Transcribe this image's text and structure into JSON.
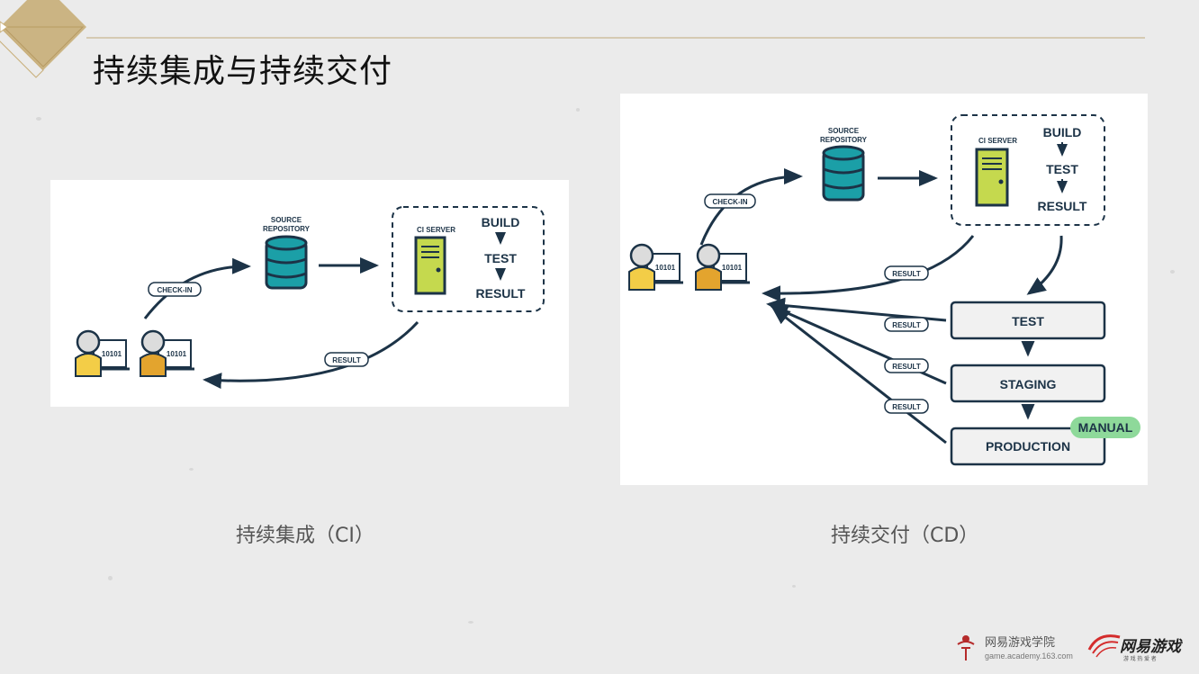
{
  "slide": {
    "title": "持续集成与持续交付"
  },
  "ci_diagram": {
    "caption": "持续集成（CI）",
    "source_repository": [
      "SOURCE",
      "REPOSITORY"
    ],
    "ci_server": "CI SERVER",
    "build": "BUILD",
    "test": "TEST",
    "result": "RESULT",
    "check_in": "CHECK-IN",
    "result_tag": "RESULT",
    "binary": "10101"
  },
  "cd_diagram": {
    "caption": "持续交付（CD）",
    "source_repository": [
      "SOURCE",
      "REPOSITORY"
    ],
    "ci_server": "CI SERVER",
    "build": "BUILD",
    "test": "TEST",
    "result": "RESULT",
    "check_in": "CHECK-IN",
    "result_tag": "RESULT",
    "binary": "10101",
    "stages": [
      "TEST",
      "STAGING",
      "PRODUCTION"
    ],
    "manual_badge": "MANUAL",
    "colors": {
      "manual": "#8ed99a",
      "db": "#1b9fa7",
      "server": "#c5d94e",
      "dark": "#1c3347"
    }
  },
  "footer": {
    "academy_name": "网易游戏学院",
    "academy_url": "game.academy.163.com",
    "brand": "网易游戏",
    "brand_sub": "游 戏 热 爱 者"
  }
}
